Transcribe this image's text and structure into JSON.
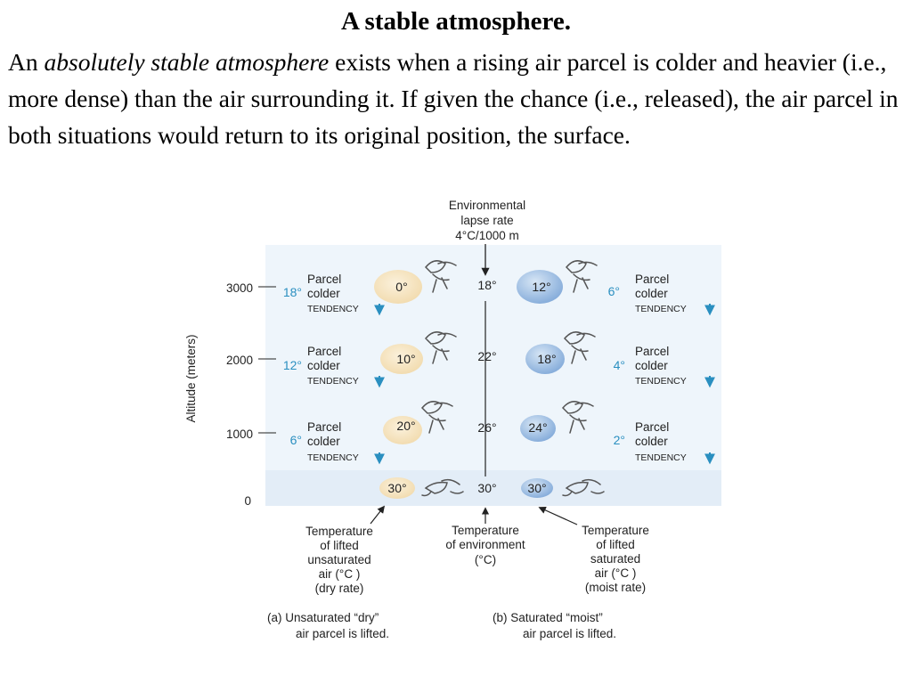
{
  "title": "A stable atmosphere.",
  "paragraph": {
    "prefix": "An ",
    "emphasis": "absolutely stable atmosphere",
    "rest": " exists when a rising air parcel is colder and heavier (i.e., more dense) than the air surrounding it. If given the chance (i.e., released), the air parcel in both situations would return to its original position, the surface."
  },
  "figure": {
    "lapse_rate": [
      "Environmental",
      "lapse rate",
      "4°C/1000 m"
    ],
    "y_axis_label": "Altitude (meters)",
    "altitudes": [
      "3000",
      "2000",
      "1000",
      "0"
    ],
    "left_diffs": [
      "18°",
      "12°",
      "6°"
    ],
    "right_diffs": [
      "6°",
      "4°",
      "2°"
    ],
    "parcel_lines": [
      "Parcel",
      "colder",
      "TENDENCY"
    ],
    "dry_temps": [
      "0°",
      "10°",
      "20°",
      "30°"
    ],
    "env_temps": [
      "18°",
      "22°",
      "26°",
      "30°"
    ],
    "moist_temps": [
      "12°",
      "18°",
      "24°",
      "30°"
    ],
    "captions": {
      "dry": [
        "Temperature",
        "of lifted",
        "unsaturated",
        "air (°C )",
        "(dry rate)"
      ],
      "env": [
        "Temperature",
        "of environment",
        "(°C)"
      ],
      "moist": [
        "Temperature",
        "of lifted",
        "saturated",
        "air (°C )",
        "(moist rate)"
      ]
    },
    "parts": {
      "a": [
        "(a) Unsaturated “dry”",
        "air parcel is lifted."
      ],
      "b": [
        "(b) Saturated “moist”",
        "air parcel is lifted."
      ]
    },
    "colors": {
      "panel": "#eef5fb",
      "dry_parcel": "#f6e6c6",
      "moist_parcel": "#a9c6e6",
      "accent": "#2a8fc0"
    }
  }
}
